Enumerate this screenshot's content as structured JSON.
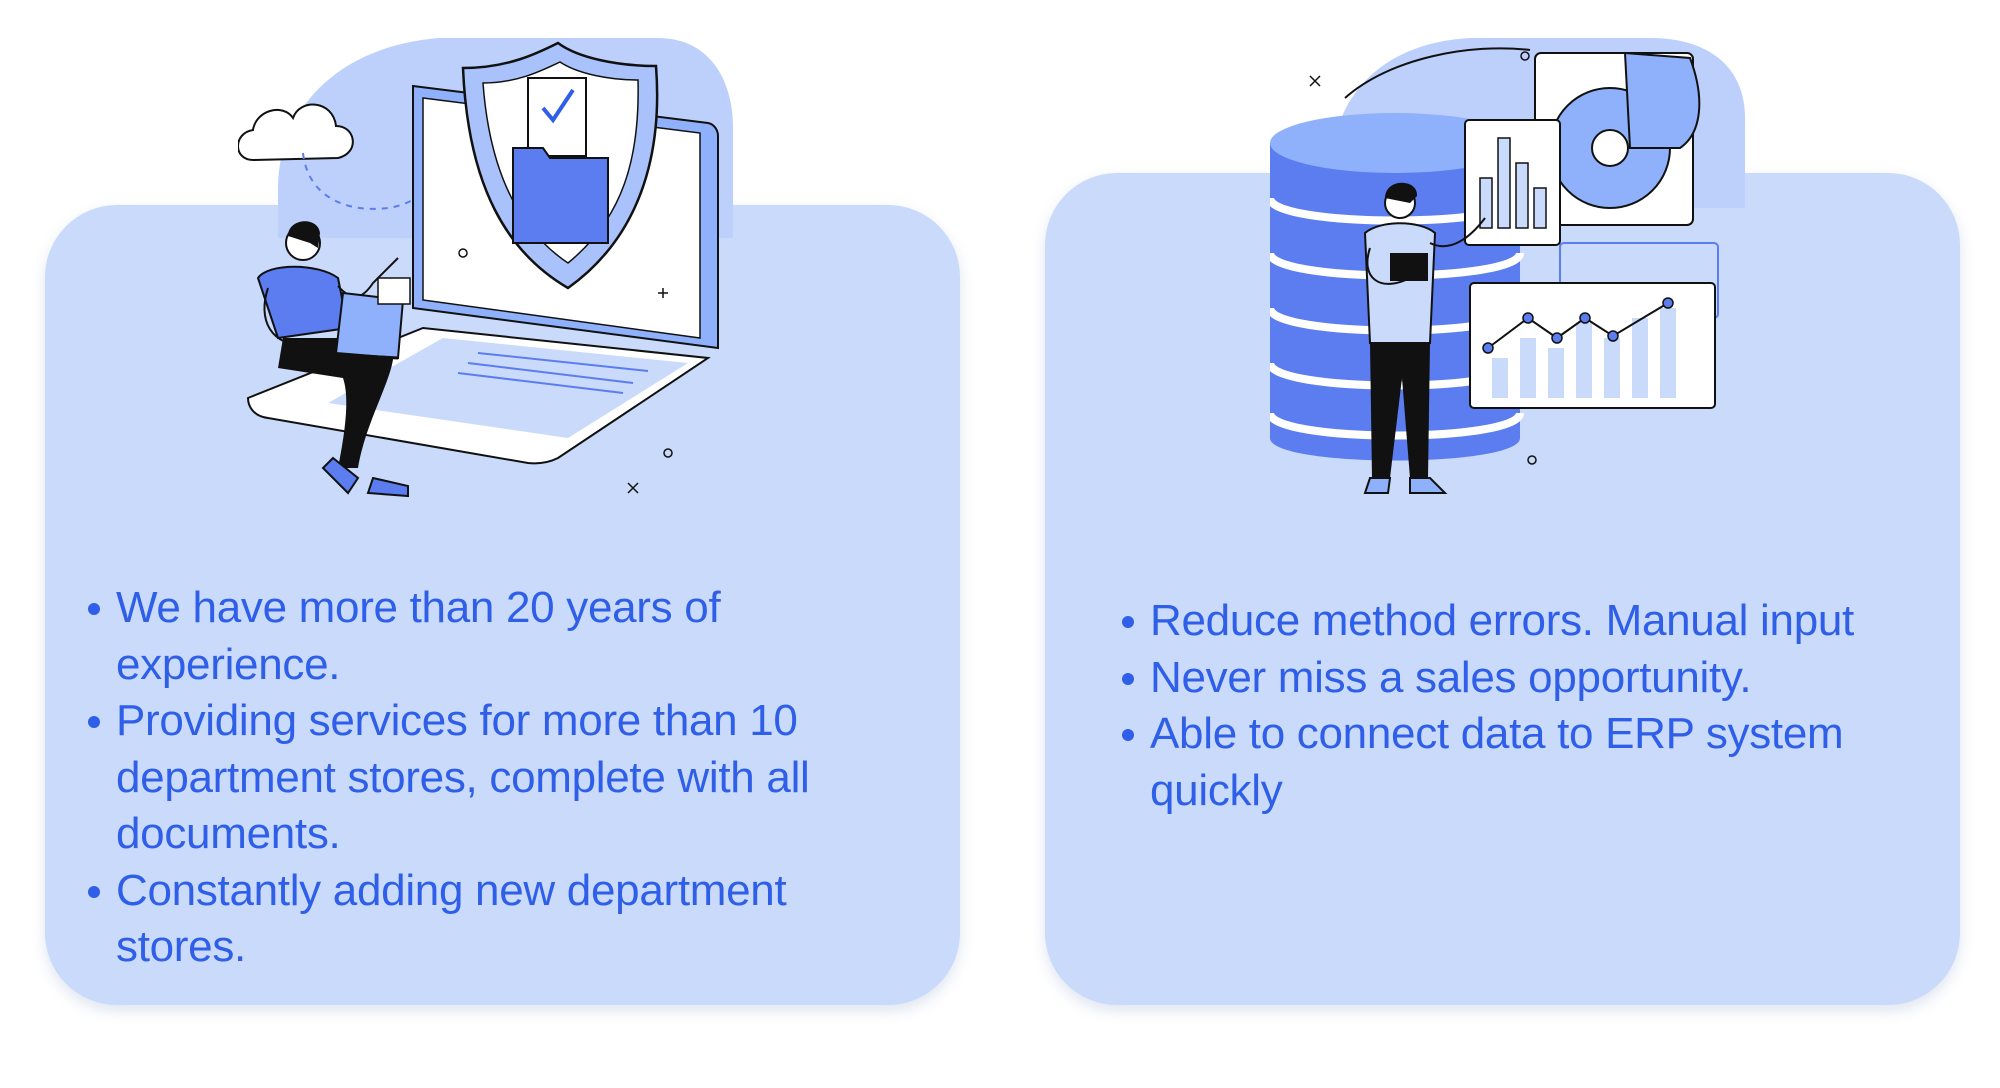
{
  "colors": {
    "card_bg": "#c9dafb",
    "accent": "#2f5fe8",
    "illustration_primary": "#5b7df0",
    "illustration_light": "#a9c2fb",
    "illustration_line": "#111111"
  },
  "left_card": {
    "illustration": "man-with-laptop-secure-document-illustration",
    "bullets": [
      "We have more than 20 years of experience.",
      "Providing services for more than 10 department stores, complete with all documents.",
      "Constantly adding new department stores."
    ]
  },
  "right_card": {
    "illustration": "man-with-database-analytics-illustration",
    "bullets": [
      "Reduce method errors. Manual input",
      "Never miss a sales opportunity.",
      "Able to connect data to ERP system quickly"
    ]
  }
}
